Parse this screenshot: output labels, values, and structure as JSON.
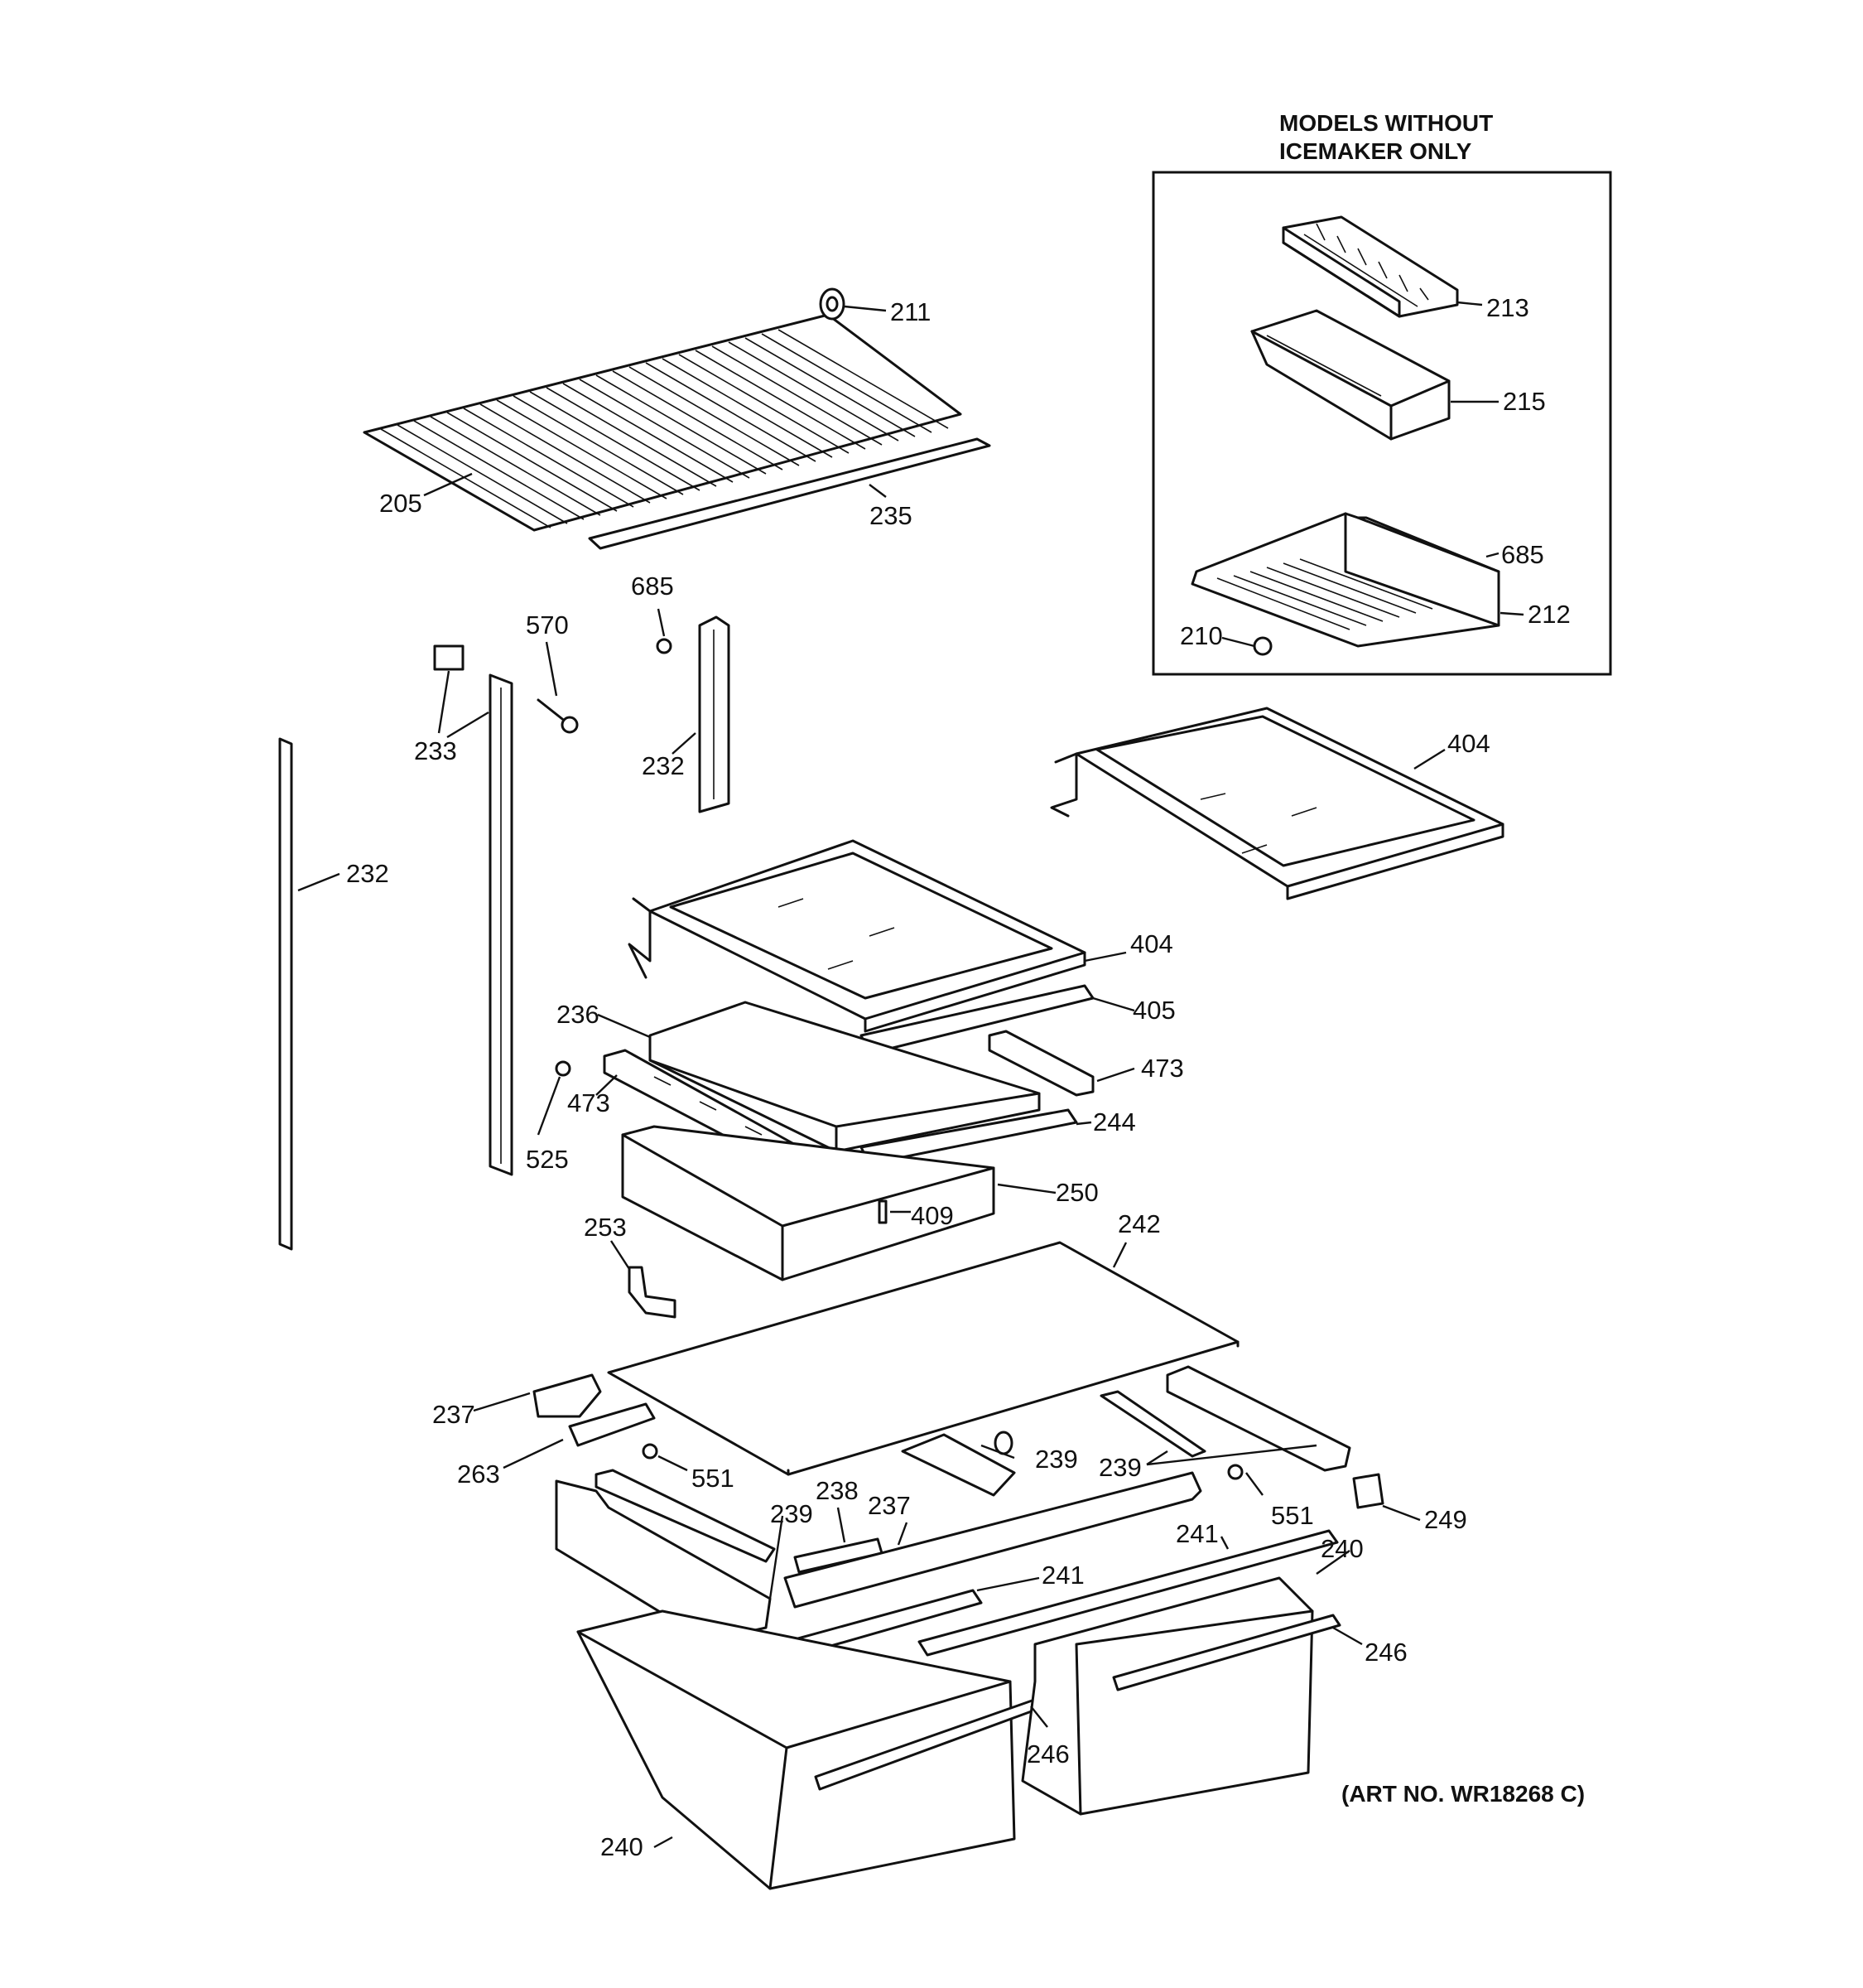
{
  "inset": {
    "title_line1": "MODELS WITHOUT",
    "title_line2": "ICEMAKER ONLY"
  },
  "art_number": "(ART NO. WR18268 C)",
  "callouts": {
    "c205": "205",
    "c211": "211",
    "c235": "235",
    "c685a": "685",
    "c570": "570",
    "c233": "233",
    "c232a": "232",
    "c232b": "232",
    "c213": "213",
    "c215": "215",
    "c685b": "685",
    "c210": "210",
    "c212": "212",
    "c404a": "404",
    "c404b": "404",
    "c405": "405",
    "c236": "236",
    "c473a": "473",
    "c473b": "473",
    "c525": "525",
    "c244": "244",
    "c250": "250",
    "c409": "409",
    "c253": "253",
    "c242": "242",
    "c237a": "237",
    "c263": "263",
    "c551a": "551",
    "c239a": "239",
    "c239b": "239",
    "c238": "238",
    "c237b": "237",
    "c239c": "239",
    "c551b": "551",
    "c249": "249",
    "c241a": "241",
    "c241b": "241",
    "c240a": "240",
    "c246a": "246",
    "c246b": "246",
    "c240b": "240"
  }
}
